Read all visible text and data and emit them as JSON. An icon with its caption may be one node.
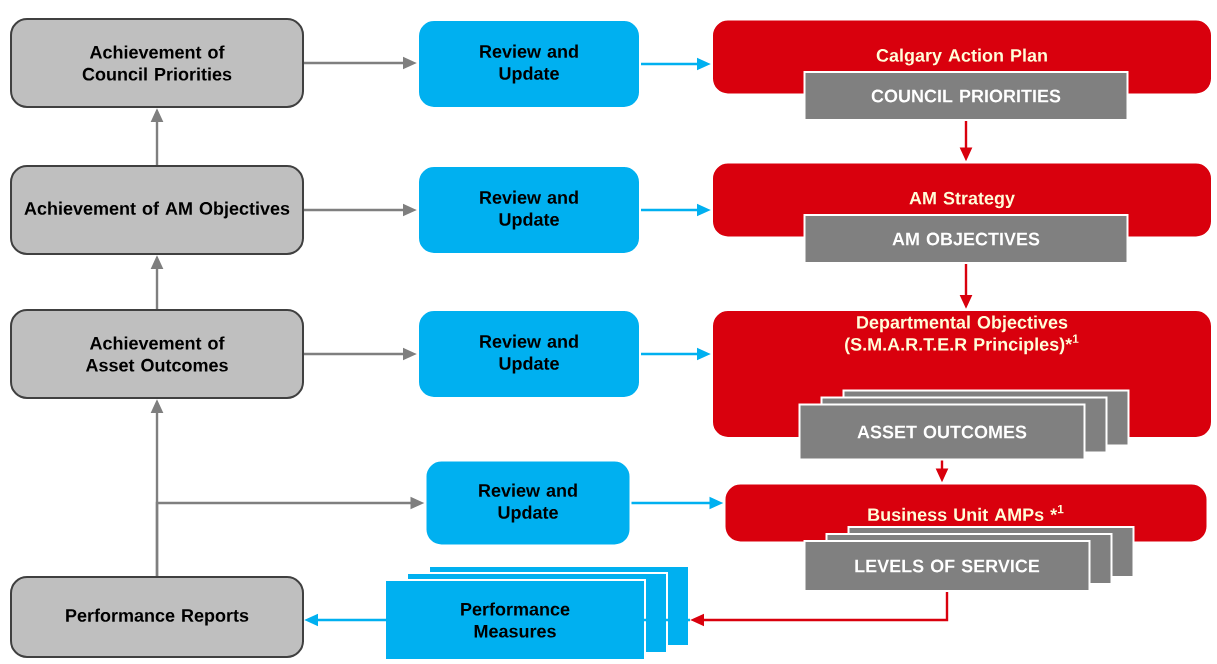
{
  "diagram": {
    "nodes": [
      {
        "text": [
          "Achievement of Council Priorities"
        ]
      },
      {
        "text": [
          "Review and Update"
        ]
      },
      {
        "text": [
          "Calgary Action Plan"
        ]
      },
      {
        "text": [
          "COUNCIL PRIORITIES"
        ]
      },
      {
        "text": [
          "Achievement of AM Objectives"
        ]
      },
      {
        "text": [
          "Review and Update"
        ]
      },
      {
        "text": [
          "AM Strategy"
        ]
      },
      {
        "text": [
          "AM OBJECTIVES"
        ]
      },
      {
        "text": [
          "Achievement of Asset Outcomes"
        ]
      },
      {
        "text": [
          "Review and Update"
        ]
      },
      {
        "text": [
          "Departmental Objectives (S.M.A.R.T.E.R Principles)*$^{1}$"
        ]
      },
      {
        "text": [
          "ASSET OUTCOMES"
        ]
      },
      {
        "text": [
          "Review and Update"
        ]
      },
      {
        "text": [
          "Business Unit AMPs *$^{1}$"
        ]
      },
      {
        "text": [
          "LEVELS OF SERVICE"
        ]
      },
      {
        "text": [
          "Performance Reports"
        ]
      },
      {
        "text": [
          "Performance Measures"
        ]
      }
    ],
    "edges": [
      {
        "from": 0,
        "to": 1,
        "arrow": "to"
      },
      {
        "from": 1,
        "to": 2,
        "arrow": "to",
        "color": "#00b0f0"
      },
      {
        "from": 4,
        "to": 5,
        "arrow": "to"
      },
      {
        "from": 5,
        "to": 6,
        "arrow": "to",
        "color": "#00b0f0"
      },
      {
        "from": 8,
        "to": 9,
        "arrow": "to"
      },
      {
        "from": 9,
        "to": 10,
        "arrow": "to",
        "color": "#00b0f0"
      },
      {
        "from": 12,
        "to": 13,
        "arrow": "to",
        "color": "#00b0f0"
      },
      {
        "from": 3,
        "to": 6,
        "arrow": "to",
        "color": "#d9000d"
      },
      {
        "from": 7,
        "to": 10,
        "arrow": "to",
        "color": "#d9000d"
      },
      {
        "from": 11,
        "to": 13,
        "arrow": "to",
        "color": "#d9000d"
      },
      {
        "from": 14,
        "to": 16,
        "arrow": "to",
        "color": "#d9000d"
      },
      {
        "from": 16,
        "to": 15,
        "arrow": "to",
        "color": "#00b0f0"
      },
      {
        "from": 15,
        "to": 8,
        "arrow": "to"
      },
      {
        "from": 15,
        "to": 12,
        "arrow": "to"
      },
      {
        "from": 8,
        "to": 4,
        "arrow": "to"
      },
      {
        "from": 4,
        "to": 0,
        "arrow": "to"
      }
    ]
  }
}
